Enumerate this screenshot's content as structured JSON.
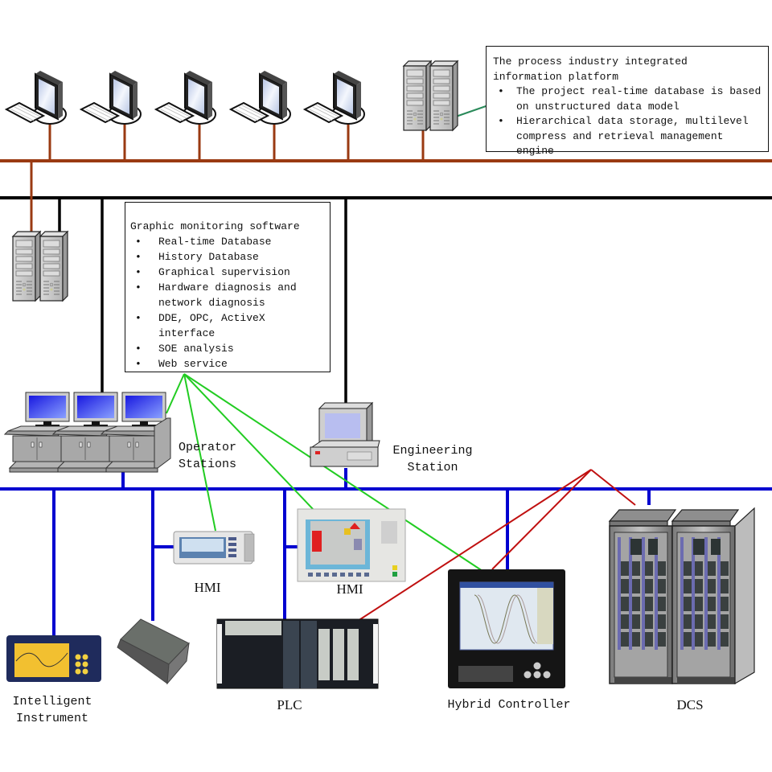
{
  "platform_box": {
    "title": "The process industry integrated information platform",
    "items": [
      "The project real-time database is based on unstructured data model",
      "Hierarchical data storage, multilevel compress and retrieval management engine"
    ]
  },
  "software_box": {
    "title": "Graphic monitoring software",
    "items": [
      "Real-time Database",
      "History Database",
      "Graphical supervision",
      "Hardware diagnosis and network diagnosis",
      "DDE, OPC, ActiveX interface",
      "SOE analysis",
      "Web service"
    ]
  },
  "labels": {
    "operator_stations_line1": "Operator",
    "operator_stations_line2": "Stations",
    "engineering_station_line1": "Engineering",
    "engineering_station_line2": "Station",
    "hmi_small": "HMI",
    "hmi_large": "HMI",
    "intelligent_instrument_line1": "Intelligent",
    "intelligent_instrument_line2": "Instrument",
    "plc": "PLC",
    "hybrid_controller": "Hybrid Controller",
    "dcs": "DCS"
  },
  "network_colors": {
    "enterprise_bus": "#9a3a12",
    "monitoring_bus": "#000000",
    "control_bus": "#0000d0",
    "software_links": "#22cc22",
    "controller_links": "#c01010",
    "platform_link": "#2a8a5a"
  },
  "nodes": {
    "workstations": [
      "workstation",
      "workstation",
      "workstation",
      "workstation",
      "workstation"
    ],
    "platform_servers": "server-pair",
    "scada_servers": "server-pair",
    "operator_consoles": "operator-console",
    "engineering_pc": "engineering-pc"
  }
}
